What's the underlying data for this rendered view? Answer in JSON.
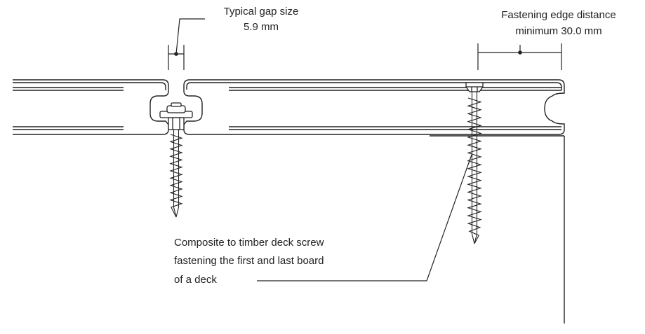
{
  "annotations": {
    "gap": {
      "line1": "Typical gap size",
      "line2": "5.9 mm"
    },
    "edge": {
      "line1": "Fastening edge distance",
      "line2": "minimum 30.0 mm"
    },
    "screw_note": {
      "line1": "Composite to timber deck screw",
      "line2": "fastening the first and last board",
      "line3": "of a deck"
    }
  },
  "colors": {
    "line": "#222222",
    "background": "#ffffff"
  }
}
